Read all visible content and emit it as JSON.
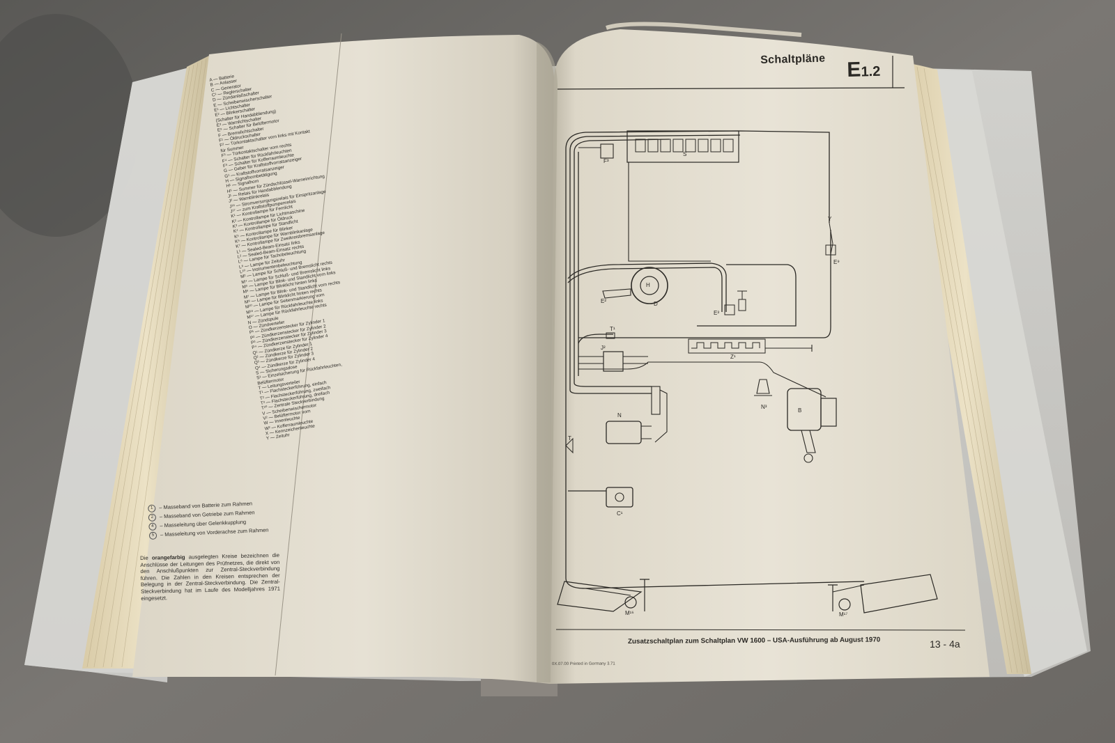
{
  "header": {
    "title": "Schaltpläne",
    "code": "E",
    "code_sub": "1.2"
  },
  "legend": [
    "A — Batterie",
    "B — Anlasser",
    "C — Generator",
    "C¹ — Reglerschalter",
    "D — Zündanlaßschalter",
    "E — Scheibenwischerschalter",
    "E¹ — Lichtschalter",
    "E² — Blinkerschalter",
    "      (Schalter für Handabblendung)",
    "E³ — Warnlichtschalter",
    "E⁹ — Schalter für Belüftermotor",
    "F — Bremslichtschalter",
    "F¹ — Öldruckschalter",
    "F² — Türkontaktschalter vorn links mit Kontakt",
    "      für Summer",
    "F³ — Türkontaktschalter vorn rechts",
    "F⁴ — Schalter für Rückfahrleuchten",
    "F⁵ — Schalter für Kofferraumleuchte",
    "G — Geber für Kraftstoffvorratsanzeiger",
    "G¹ — Kraftstoffvorratsanzeiger",
    "H — Signalhornbetätigung",
    "H¹ — Signalhorn",
    "H⁵ — Summer für Zündschlüssel-Warneinrichtung",
    "J¹ — Relais für Handabblendung",
    "J² — Warnblinkrelais",
    "J¹⁶ — Stromversorgungsrelais für Einspritzanlage",
    "J¹⁷ — zum Kraftstoffpumpenrelais",
    "K¹ — Kontrollampe für Fernlicht",
    "K² — Kontrollampe für Lichtmaschine",
    "K³ — Kontrollampe für Öldruck",
    "K⁴ — Kontrollampe für Standlicht",
    "K⁵ — Kontrollampe für Blinker",
    "K⁶ — Kontrollampe für Warnblinkanlage",
    "K⁷ — Kontrollampe für Zweikreisbremsanlage",
    "L¹ — Sealed-Beam-Einsatz links",
    "L² — Sealed-Beam-Einsatz rechts",
    "L⁶ — Lampe für Tachobeleuchtung",
    "L⁸ — Lampe für Zeituhr",
    "L¹⁰ — Instrumentenbeleuchtung",
    "M² — Lampe für Schluß- und Bremslicht rechts",
    "M⁴ — Lampe für Schluß- und Bremslicht links",
    "M⁵ — Lampe für Blink- und Standlicht vorn links",
    "M⁶ — Lampe für Blinklicht hinten links",
    "M⁷ — Lampe für Blink- und Standlicht vorn rechts",
    "M⁸ — Lampe für Blinklicht hinten rechts",
    "M¹⁰ — Lampe für Seitenmarkierung vorn",
    "M¹⁶ — Lampe für Rückfahrleuchte links",
    "M¹⁷ — Lampe für Rückfahrleuchte rechts",
    "N — Zündspule",
    "O — Zündverteiler",
    "P¹ — Zündkerzenstecker für Zylinder 1",
    "P² — Zündkerzenstecker für Zylinder 2",
    "P³ — Zündkerzenstecker für Zylinder 3",
    "P⁴ — Zündkerzenstecker für Zylinder 4",
    "Q¹ — Zündkerze für Zylinder 1",
    "Q² — Zündkerze für Zylinder 2",
    "Q³ — Zündkerze für Zylinder 3",
    "Q⁴ — Zündkerze für Zylinder 4",
    "S — Sicherungsdose",
    "S¹ — Einzelsicherung für Rückfahrleuchten,",
    "      Belüftermotor",
    "T — Leitungsverteiler",
    "T¹ — Flachsteckerführung, einfach",
    "T² — Flachsteckerführung, zweifach",
    "T³ — Flachsteckerführung, dreifach",
    "T²⁰ — Zentrale Steckverbindung",
    "V — Scheibenwischermotor",
    "V² — Belüftermotor vorn",
    "W — Innenleuchte",
    "W² — Kofferraumleuchte",
    "X — Kennzeichenleuchte",
    "Y — Zeituhr"
  ],
  "ground_straps": [
    {
      "num": "1",
      "text": "– Masseband von Batterie zum Rahmen"
    },
    {
      "num": "2",
      "text": "– Masseband von Getriebe zum Rahmen"
    },
    {
      "num": "4",
      "text": "– Masseleitung über Gelenkkupplung"
    },
    {
      "num": "5",
      "text": "– Masseleitung von Vorderachse zum Rahmen"
    }
  ],
  "note": {
    "prefix": "Die ",
    "bold": "orangefarbig",
    "rest": " ausgelegten Kreise bezeichnen die Anschlüsse der Leitungen des Prüfnetzes, die direkt von den Anschlußpunkten zur Zentral-Steckverbindung führen. Die Zahlen in den Kreisen entsprechen der Belegung in der Zentral-Steckverbindung. Die Zentral-Steckverbindung hat im Laufe des Modelljahres 1971 eingesetzt."
  },
  "diagram_labels": {
    "S": "S",
    "F3": "F³",
    "Y": "Y",
    "E9": "E⁹",
    "H": "H",
    "E2": "E²",
    "D": "D",
    "E3": "E³",
    "T1": "T¹",
    "J2": "J²",
    "Z1": "Z¹",
    "N3": "N³",
    "B": "B",
    "N": "N",
    "T": "T",
    "C1": "C¹",
    "M16": "M¹⁶",
    "M17": "M¹⁷"
  },
  "footer": {
    "title": "Zusatzschaltplan zum Schaltplan VW 1600 – USA-Ausführung ab August 1970",
    "page": "13 - 4a",
    "print_line": "0X.07.00 Printed in Germany 3.71"
  }
}
